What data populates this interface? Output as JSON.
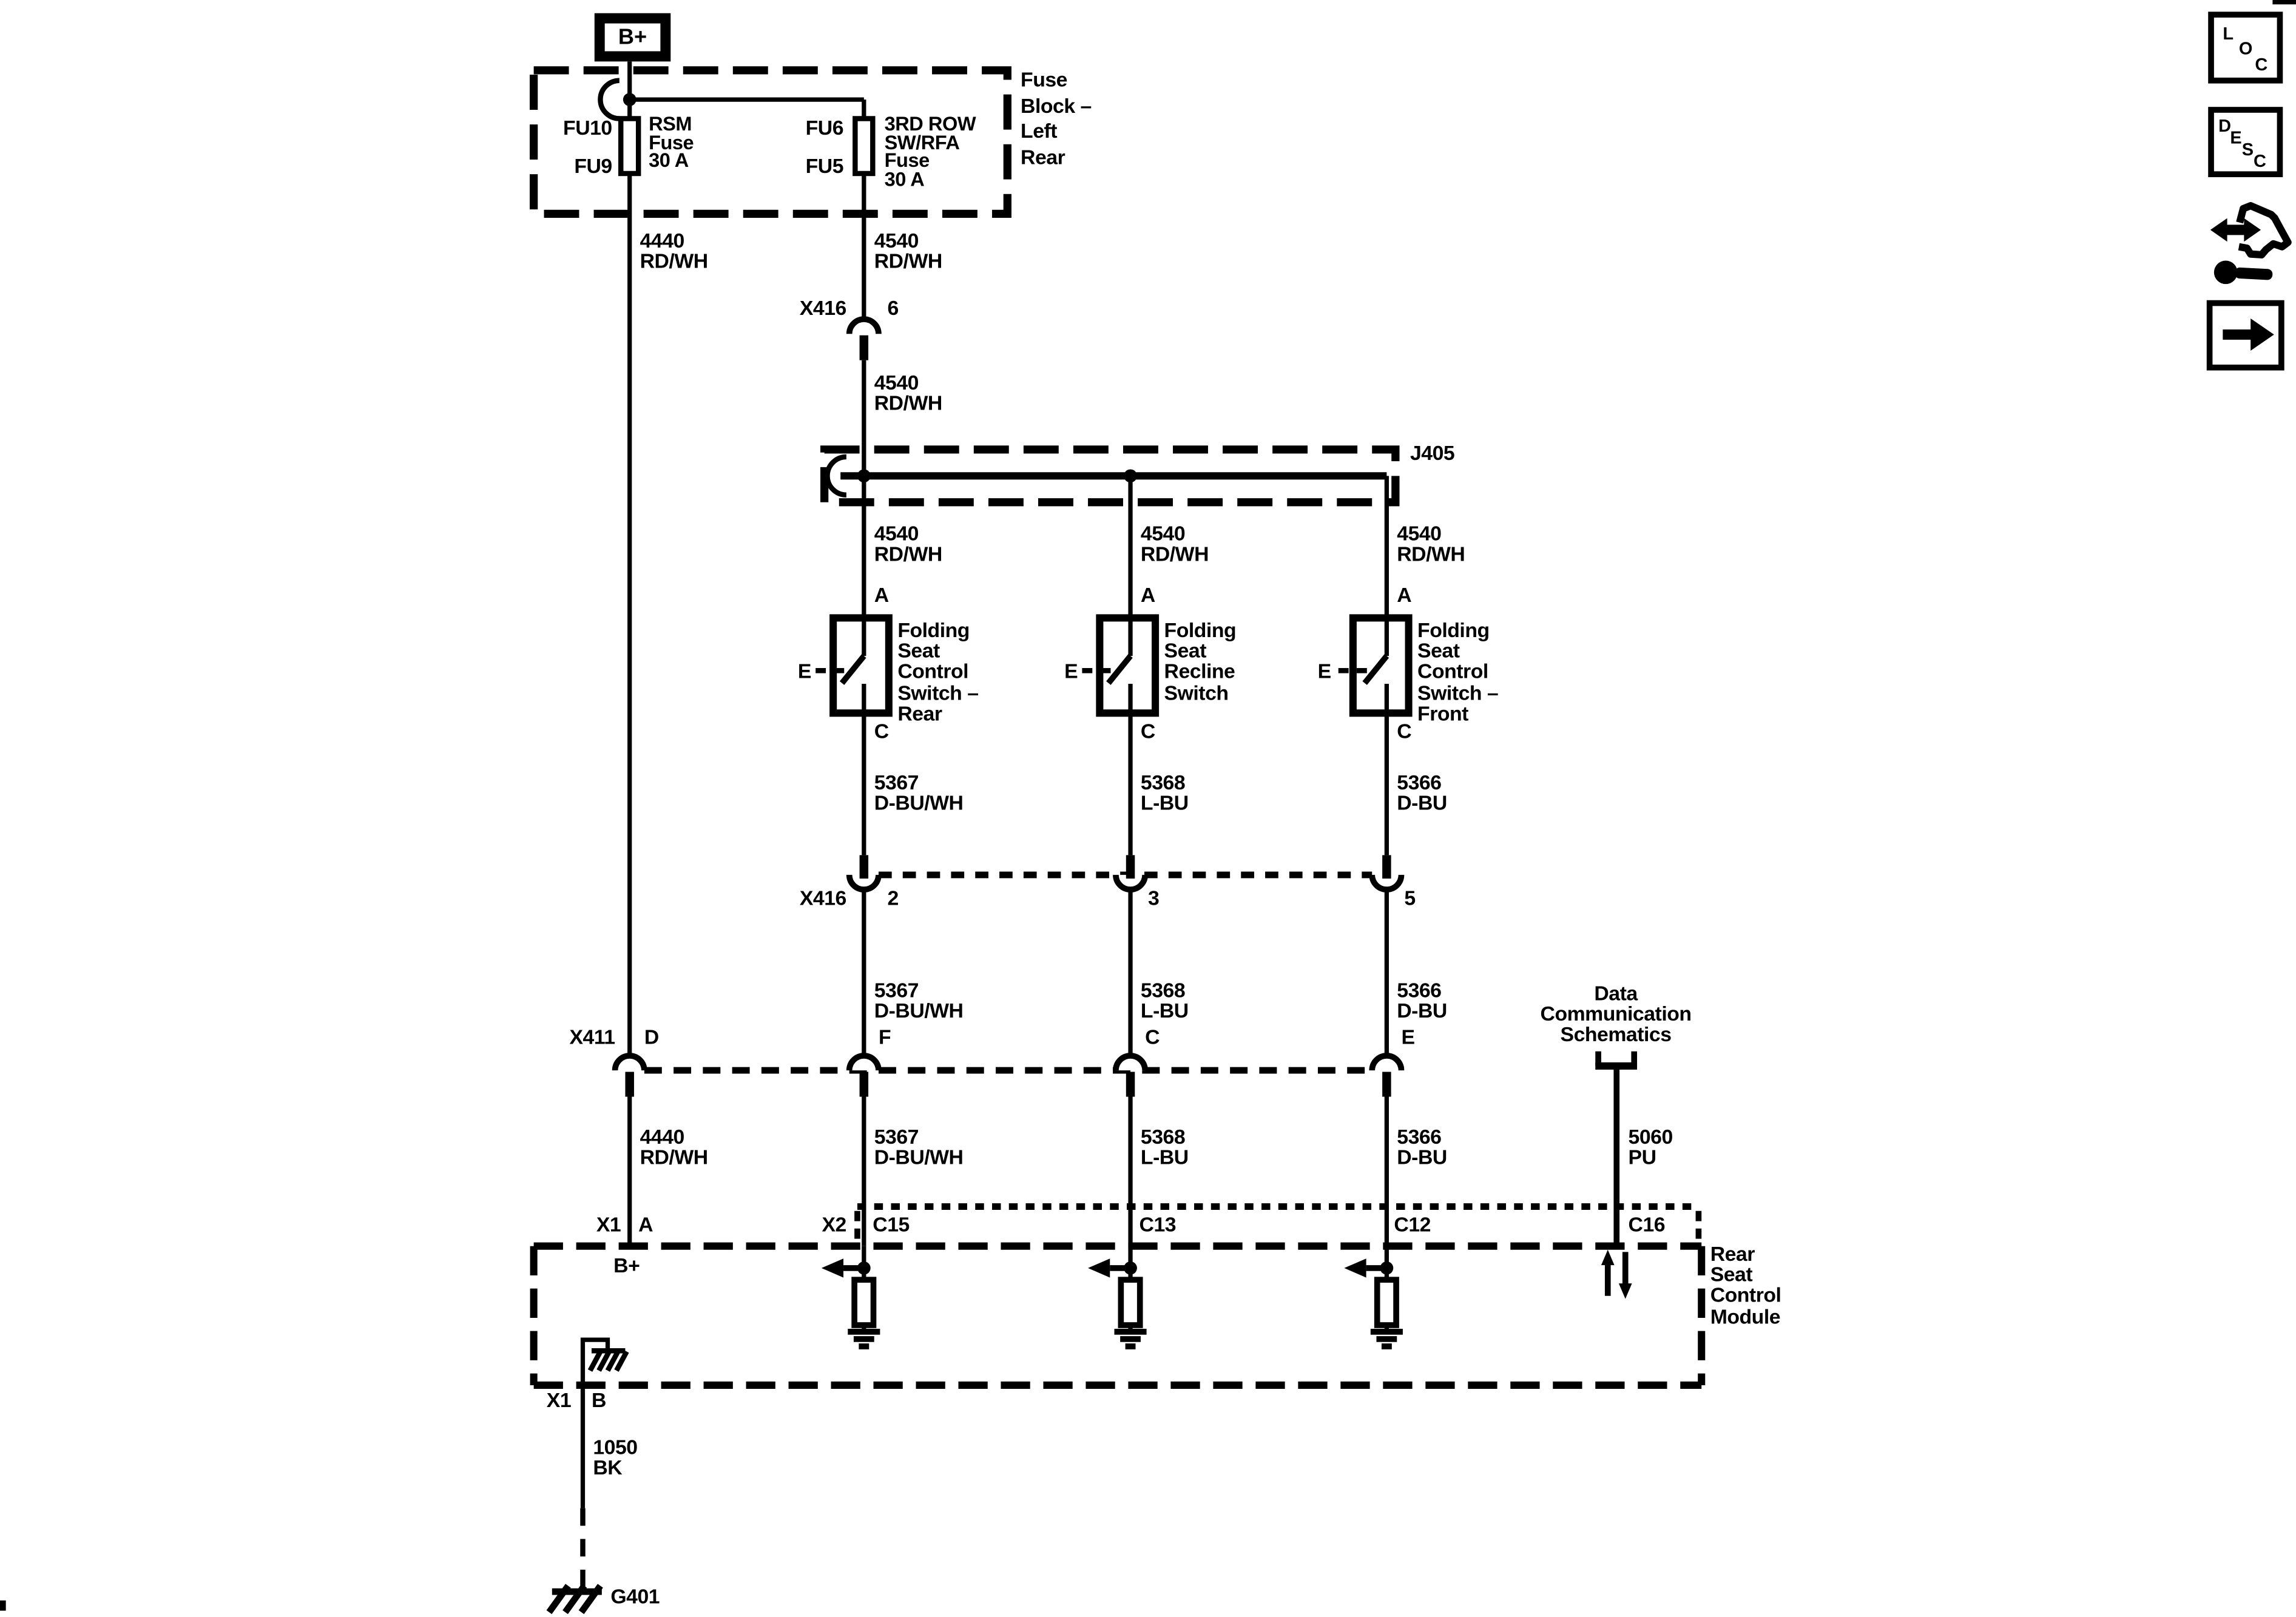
{
  "page": {
    "background": "#ffffff",
    "ink": "#000000"
  },
  "power": {
    "label": "B+"
  },
  "fuse_block": {
    "label": "Fuse\nBlock –\nLeft\nRear",
    "fuses": [
      {
        "pin_top": "FU10",
        "pin_bottom": "FU9",
        "name": "RSM\nFuse\n30 A"
      },
      {
        "pin_top": "FU6",
        "pin_bottom": "FU5",
        "name": "3RD ROW\nSW/RFA\nFuse\n30 A"
      }
    ]
  },
  "wires": {
    "w4440_top": "4440\nRD/WH",
    "w4540_a": "4540\nRD/WH",
    "w4540_b": "4540\nRD/WH",
    "w4540_c1": "4540\nRD/WH",
    "w4540_c2": "4540\nRD/WH",
    "w4540_c3": "4540\nRD/WH",
    "w5367_a": "5367\nD-BU/WH",
    "w5368_a": "5368\nL-BU",
    "w5366_a": "5366\nD-BU",
    "w5367_b": "5367\nD-BU/WH",
    "w5368_b": "5368\nL-BU",
    "w5366_b": "5366\nD-BU",
    "w4440_b": "4440\nRD/WH",
    "w5367_c": "5367\nD-BU/WH",
    "w5368_c": "5368\nL-BU",
    "w5366_c": "5366\nD-BU",
    "w5060": "5060\nPU",
    "w1050": "1050\nBK"
  },
  "connectors": {
    "x416_top": {
      "label": "X416",
      "pin": "6"
    },
    "j405": {
      "label": "J405"
    },
    "x416_row": {
      "label": "X416",
      "pins": [
        "2",
        "3",
        "5"
      ]
    },
    "x411_row": {
      "label": "X411",
      "pins": [
        "D",
        "F",
        "C",
        "E"
      ]
    },
    "module_row": {
      "x1": "X1",
      "x1_pin": "A",
      "x2": "X2",
      "x2_pins": [
        "C15",
        "C13",
        "C12",
        "C16"
      ]
    },
    "x1_bottom": {
      "label": "X1",
      "pin": "B"
    }
  },
  "switches": [
    {
      "pin_in": "A",
      "pin_out": "C",
      "drive": "E",
      "name": "Folding\nSeat\nControl\nSwitch –\nRear"
    },
    {
      "pin_in": "A",
      "pin_out": "C",
      "drive": "E",
      "name": "Folding\nSeat\nRecline\nSwitch"
    },
    {
      "pin_in": "A",
      "pin_out": "C",
      "drive": "E",
      "name": "Folding\nSeat\nControl\nSwitch –\nFront"
    }
  ],
  "module": {
    "name": "Rear\nSeat\nControl\nModule",
    "b_plus": "B+"
  },
  "data_comm": {
    "label": "Data\nCommunication\nSchematics"
  },
  "ground": {
    "label": "G401"
  },
  "nav": {
    "loc": [
      "L",
      "O",
      "C"
    ],
    "desc": [
      "D",
      "E",
      "S",
      "C"
    ]
  }
}
